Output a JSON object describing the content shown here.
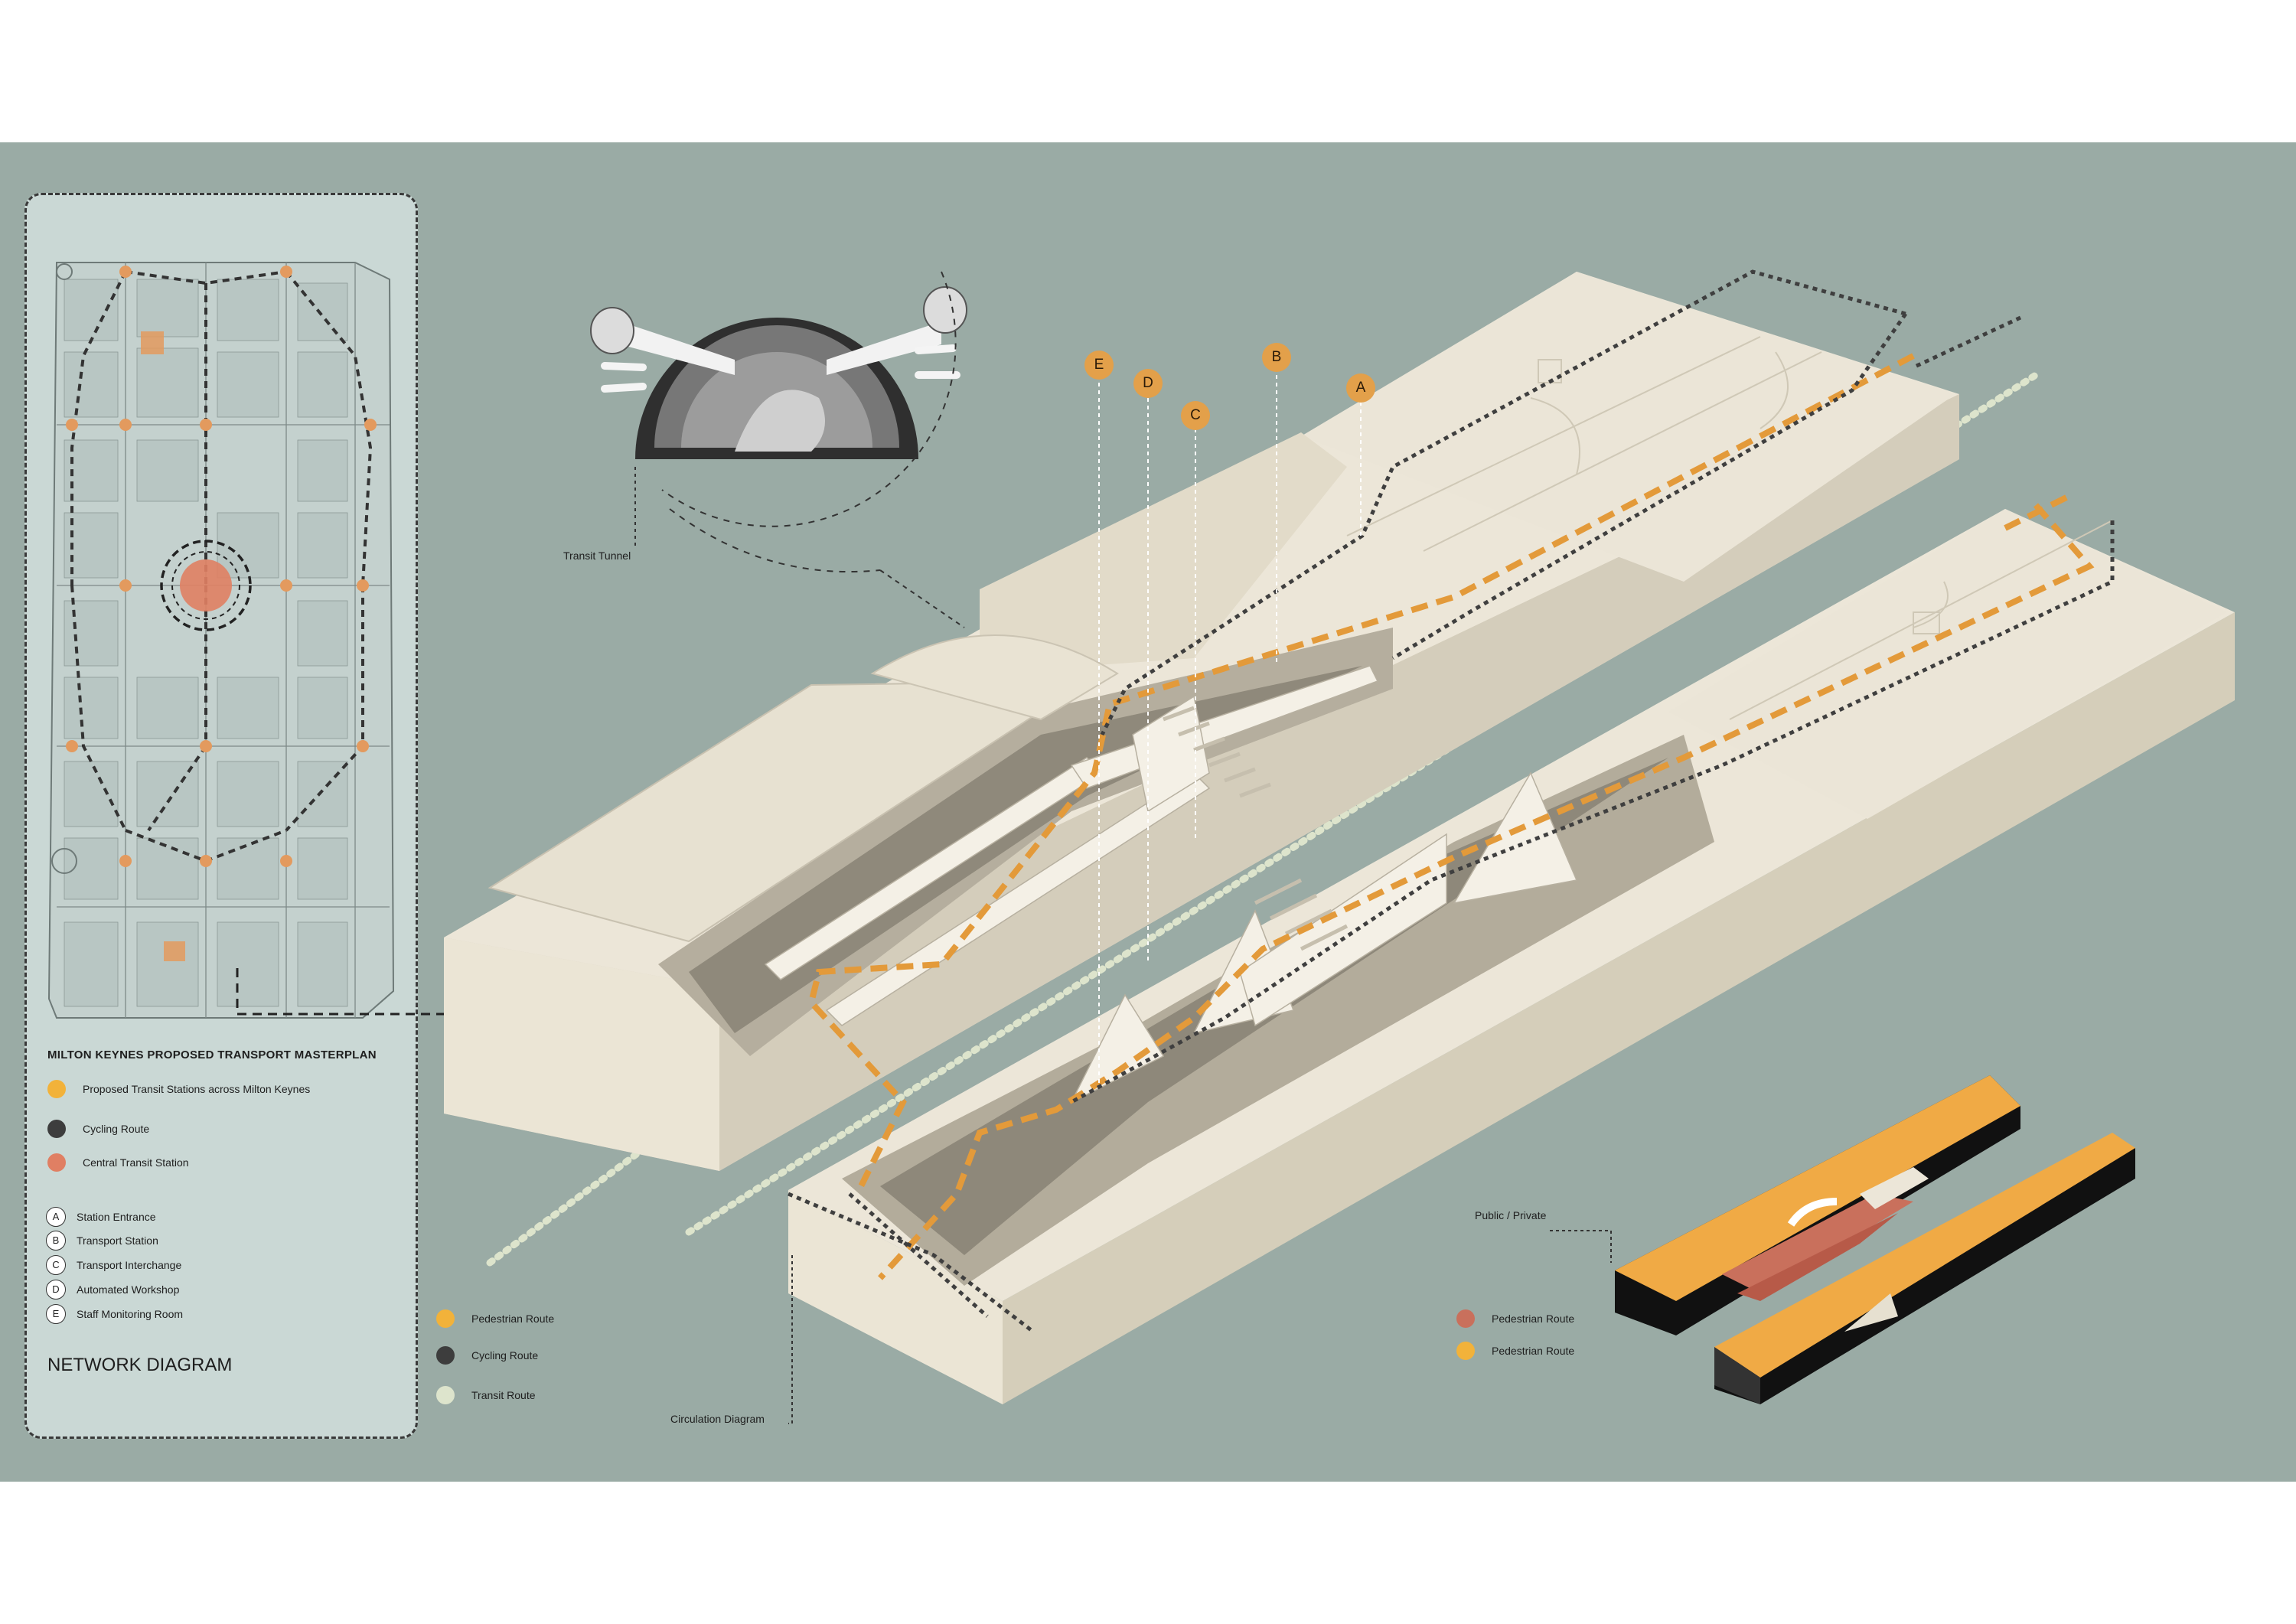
{
  "colors": {
    "background": "#9aaba5",
    "panel": "#cad8d5",
    "massing": "#ece6d8",
    "massing_side": "#d7d0bf",
    "massing_dark": "#b7b0a0",
    "pedestrian_orange": "#e3a04a",
    "pedestrian_red": "#c9705c",
    "cycling": "#444444",
    "transit": "#dde4cc",
    "station_orange": "#e39a5e"
  },
  "masterplan": {
    "title": "MILTON KEYNES PROPOSED TRANSPORT MASTERPLAN",
    "legend": [
      {
        "label": "Proposed Transit Stations across Milton Keynes",
        "color": "#f2b23a"
      },
      {
        "label": "Cycling Route",
        "color": "#3d3d3d"
      },
      {
        "label": "Central Transit Station",
        "color": "#e07f63"
      }
    ],
    "key": [
      {
        "letter": "A",
        "label": "Station Entrance"
      },
      {
        "letter": "B",
        "label": "Transport Station"
      },
      {
        "letter": "C",
        "label": "Transport Interchange"
      },
      {
        "letter": "D",
        "label": "Automated Workshop"
      },
      {
        "letter": "E",
        "label": "Staff Monitoring Room"
      }
    ],
    "panel_title": "NETWORK DIAGRAM"
  },
  "annotations": {
    "tunnel": "Transit Tunnel",
    "circulation": "Circulation Diagram",
    "public_private": "Public / Private"
  },
  "markers": [
    "E",
    "D",
    "C",
    "B",
    "A"
  ],
  "route_legend": [
    {
      "label": "Pedestrian Route",
      "color": "#f2b23a"
    },
    {
      "label": "Cycling Route",
      "color": "#3d3d3d"
    },
    {
      "label": "Transit Route",
      "color": "#dde4cc"
    }
  ],
  "public_private_legend": [
    {
      "label": "Pedestrian Route",
      "color": "#c9705c"
    },
    {
      "label": "Pedestrian Route",
      "color": "#f2b23a"
    }
  ]
}
